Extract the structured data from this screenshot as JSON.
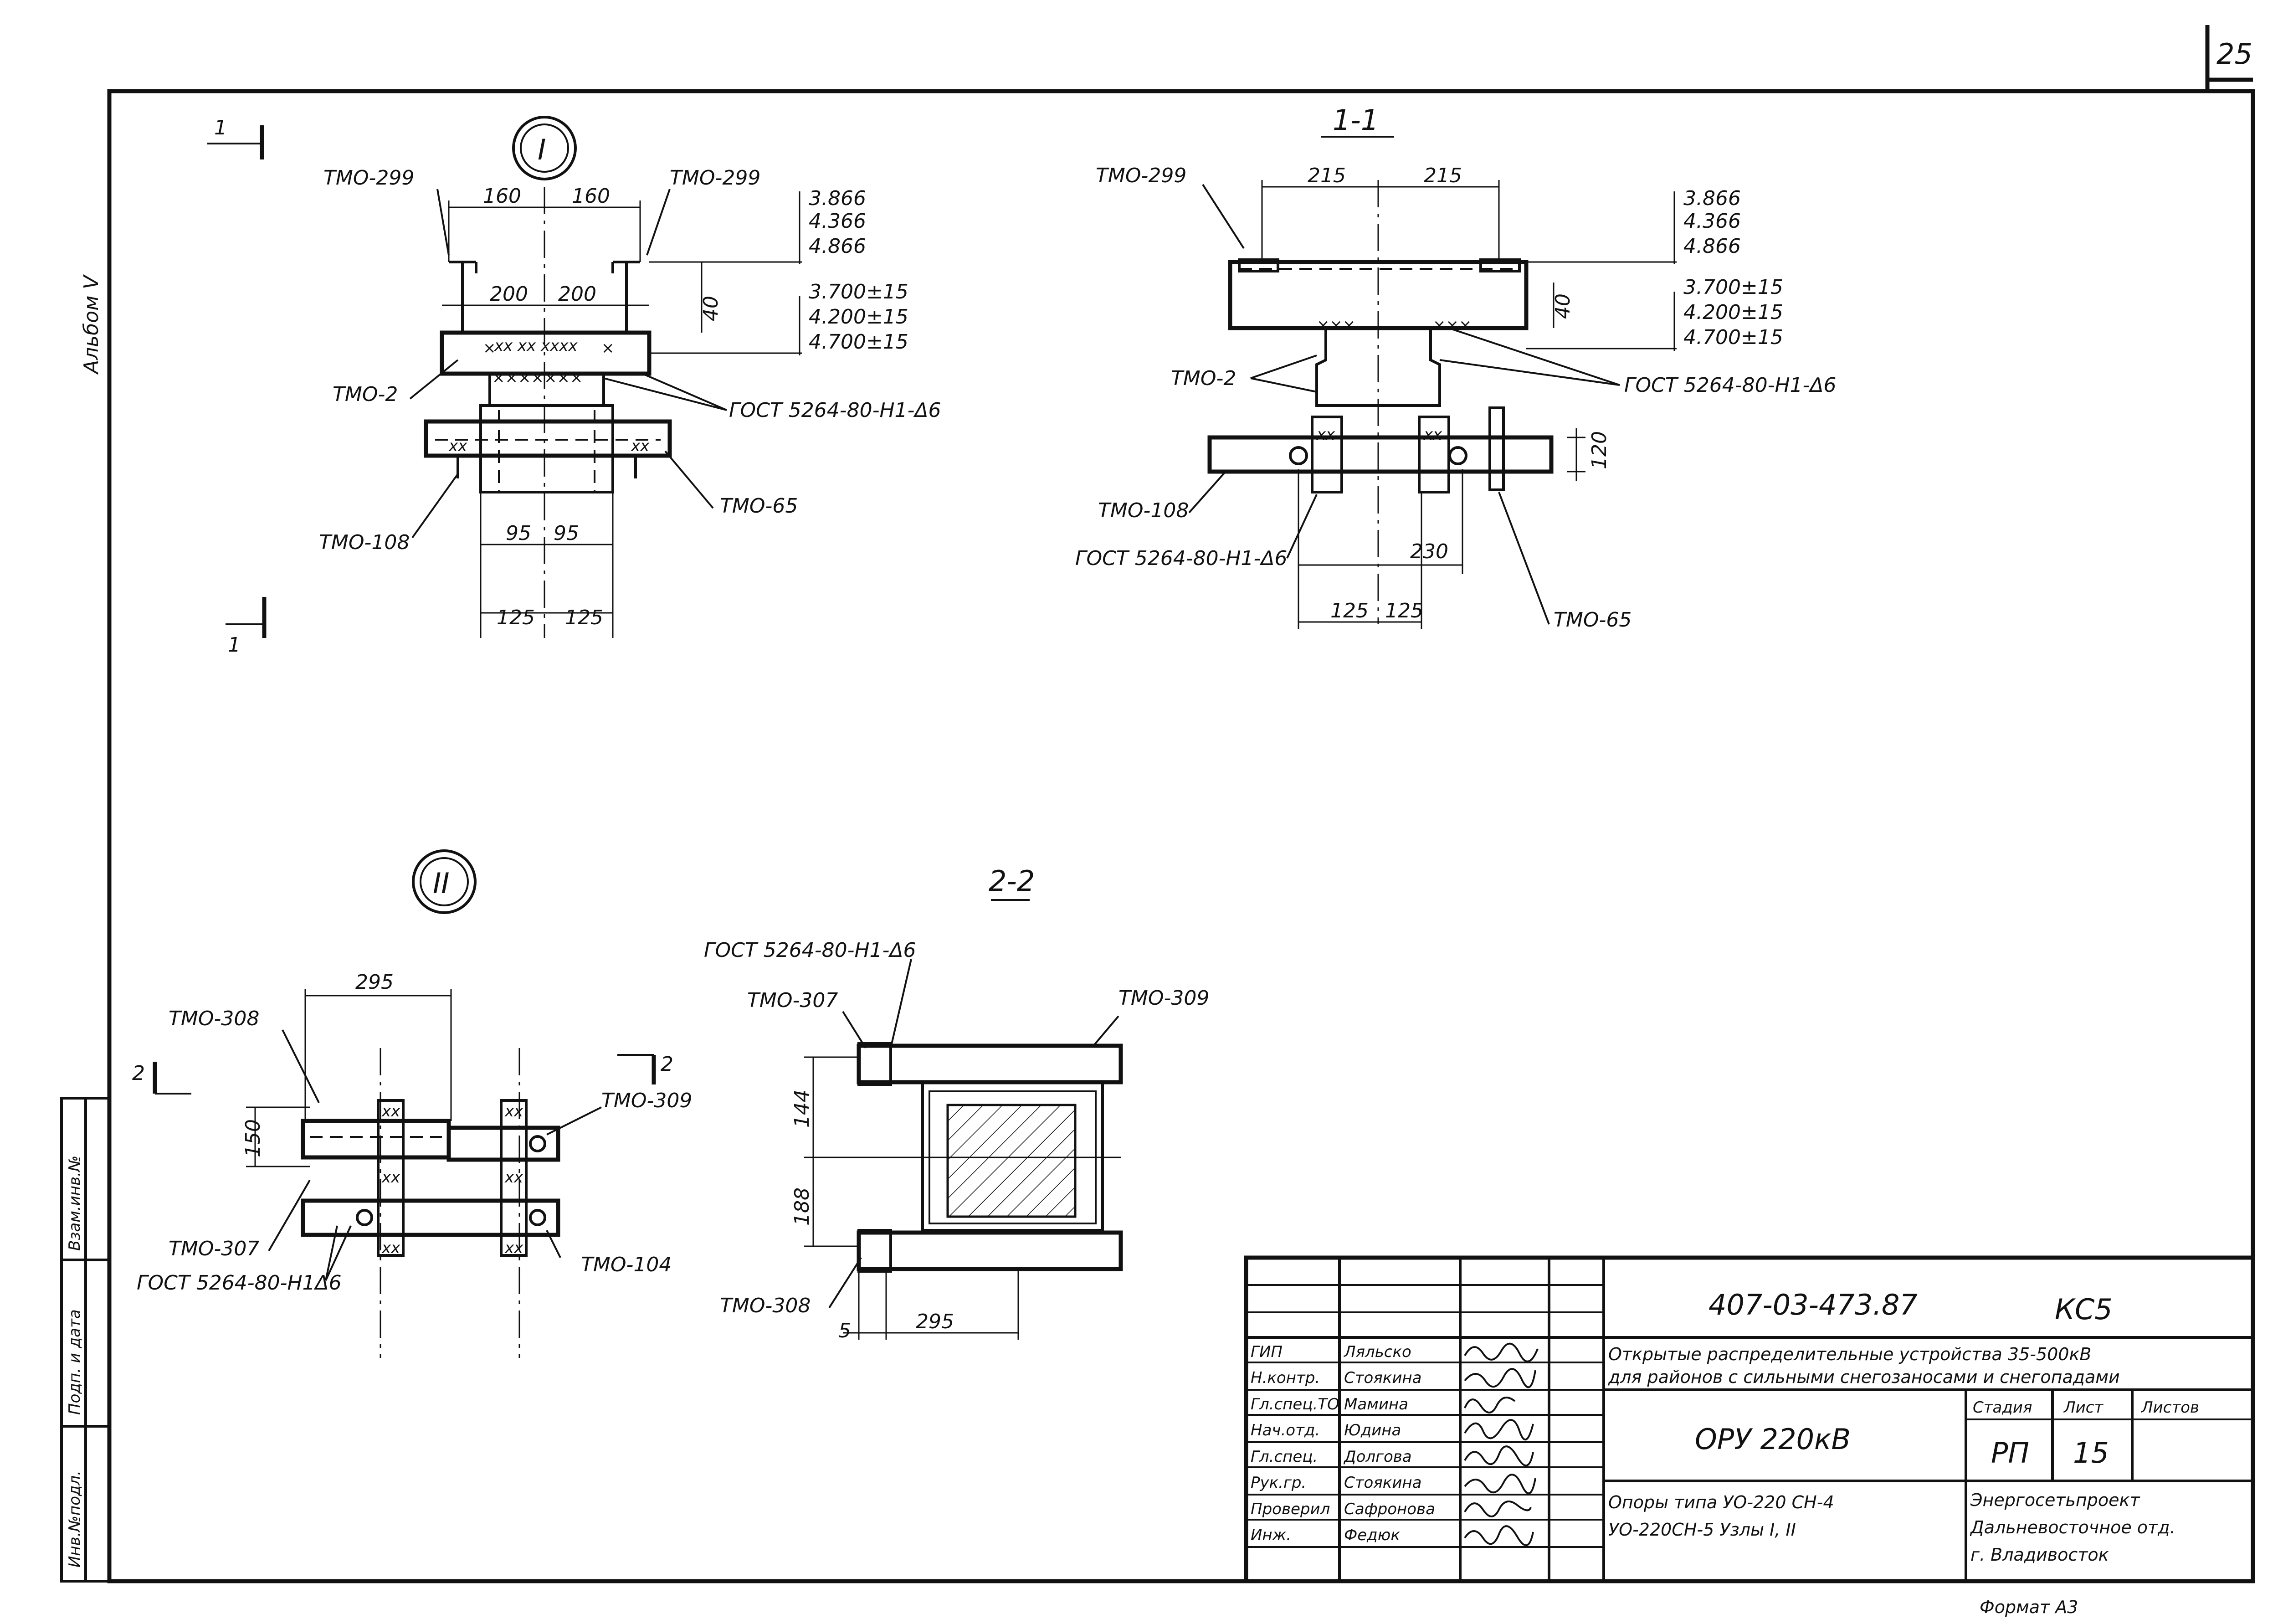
{
  "sheet": {
    "page_number": "25",
    "album_label": "Альбом V",
    "format_label": "Формат А3",
    "side_stamp": [
      "Инв.№подл.",
      "Подп. и дата",
      "Взам.инв.№"
    ]
  },
  "node1": {
    "marker": "I",
    "labels": {
      "tmo299_left": "ТМО-299",
      "tmo299_right": "ТМО-299",
      "tmo2": "ТМО-2",
      "tmo108": "ТМО-108",
      "tmo65": "ТМО-65",
      "gost": "ГОСТ 5264-80-Н1-Δ6"
    },
    "section_marks": [
      "1",
      "1"
    ],
    "dims": {
      "d160a": "160",
      "d160b": "160",
      "d200a": "200",
      "d200b": "200",
      "d95a": "95",
      "d95b": "95",
      "d125a": "125",
      "d125b": "125",
      "d40": "40"
    },
    "elevations_top": [
      "3.866",
      "4.366",
      "4.866"
    ],
    "elevations_bot": [
      "3.700±15",
      "4.200±15",
      "4.700±15"
    ]
  },
  "section11": {
    "title": "1-1",
    "labels": {
      "tmo299": "ТМО-299",
      "tmo2": "ТМО-2",
      "tmo108": "ТМО-108",
      "tmo65": "ТМО-65",
      "gost_right": "ГОСТ 5264-80-Н1-Δ6",
      "gost_left": "ГОСТ 5264-80-Н1-Δ6"
    },
    "dims": {
      "d215a": "215",
      "d215b": "215",
      "d40": "40",
      "d120": "120",
      "d230": "230",
      "d125a": "125",
      "d125b": "125"
    },
    "elevations_top": [
      "3.866",
      "4.366",
      "4.866"
    ],
    "elevations_bot": [
      "3.700±15",
      "4.200±15",
      "4.700±15"
    ]
  },
  "node2": {
    "marker": "II",
    "labels": {
      "tmo308": "ТМО-308",
      "tmo309": "ТМО-309",
      "tmo307": "ТМО-307",
      "tmo104": "ТМО-104",
      "gost": "ГОСТ 5264-80-Н1Δ6"
    },
    "section_marks": [
      "2",
      "2"
    ],
    "dims": {
      "d295": "295",
      "d150": "150"
    }
  },
  "section22": {
    "title": "2-2",
    "labels": {
      "gost": "ГОСТ 5264-80-Н1-Δ6",
      "tmo307": "ТМО-307",
      "tmo309": "ТМО-309",
      "tmo308": "ТМО-308"
    },
    "dims": {
      "d144": "144",
      "d188": "188",
      "d295": "295",
      "d5": "5"
    }
  },
  "title_block": {
    "doc_code": "407-03-473.87",
    "sheet_code": "КС5",
    "project_title_1": "Открытые распределительные устройства 35-500кВ",
    "project_title_2": "для районов с сильными снегозаносами и снегопадами",
    "object": "ОРУ 220кВ",
    "sheet_title_1": "Опоры типа УО-220 СН-4",
    "sheet_title_2": "УО-220СН-5   Узлы I, II",
    "stage_header": "Стадия",
    "sheet_header": "Лист",
    "sheets_header": "Листов",
    "stage": "РП",
    "sheet": "15",
    "sheets": "",
    "org_1": "Энергосетьпроект",
    "org_2": "Дальневосточное отд.",
    "org_3": "г. Владивосток",
    "staff": [
      {
        "role": "ГИП",
        "name": "Ляльско"
      },
      {
        "role": "Н.контр.",
        "name": "Стоякина"
      },
      {
        "role": "Гл.спец.ТО",
        "name": "Мамина"
      },
      {
        "role": "Нач.отд.",
        "name": "Юдина"
      },
      {
        "role": "Гл.спец.",
        "name": "Долгова"
      },
      {
        "role": "Рук.гр.",
        "name": "Стоякина"
      },
      {
        "role": "Проверил",
        "name": "Сафронова"
      },
      {
        "role": "Инж.",
        "name": "Федюк"
      }
    ]
  }
}
